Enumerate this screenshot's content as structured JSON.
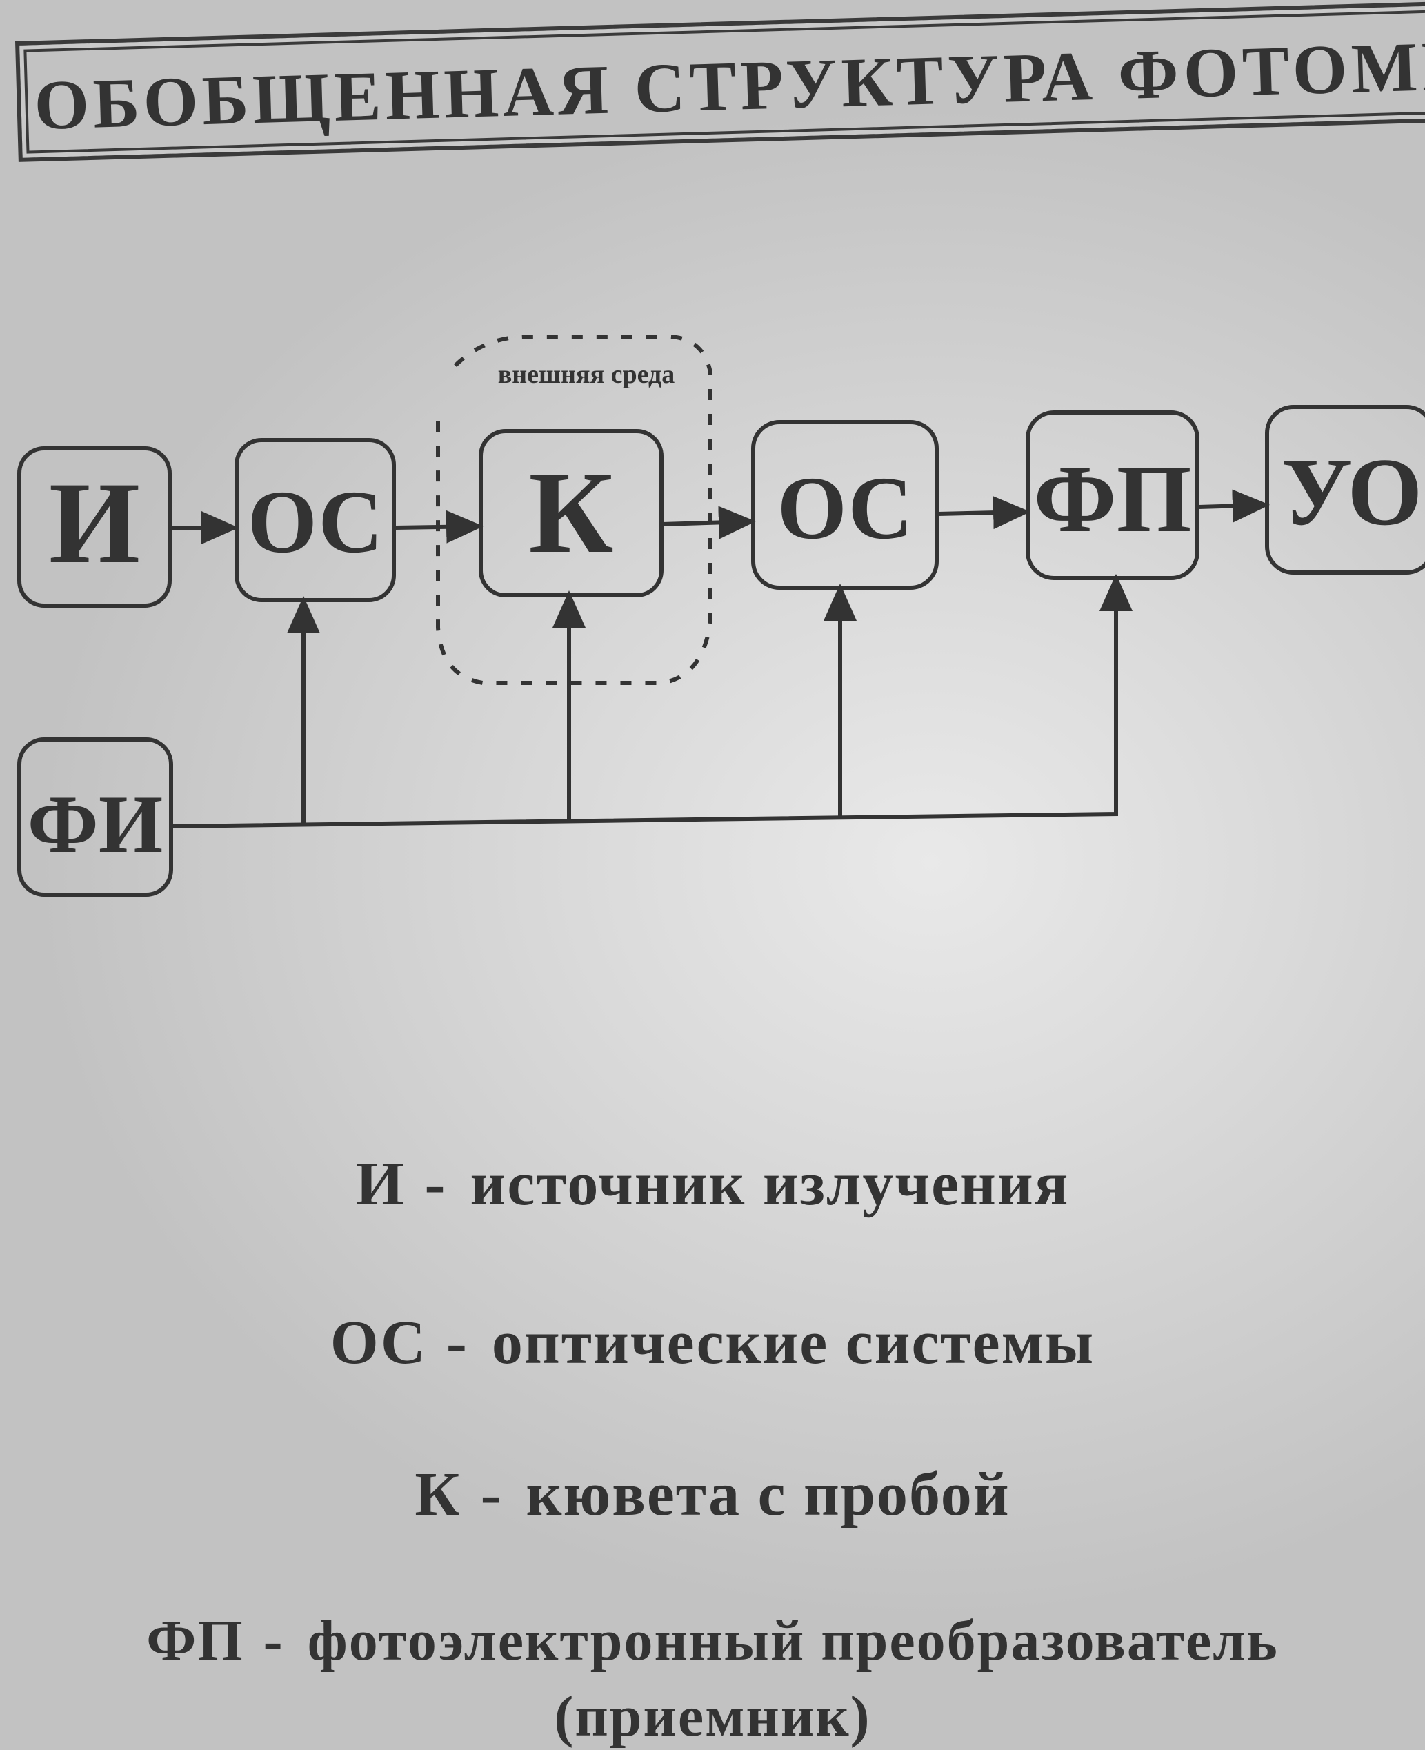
{
  "title": "ОБОБЩЕННАЯ СТРУКТУРА ФОТОМЕТРА",
  "nodes": {
    "source": "И",
    "optics_in": "ОС",
    "cuvette": "К",
    "optics_out": "ОС",
    "photoconverter": "ФП",
    "output": "УО",
    "power": "ФИ"
  },
  "environment_label": "внешняя среда",
  "legend": [
    {
      "key": "И",
      "sep": "-",
      "text": "источник излучения"
    },
    {
      "key": "ОС",
      "sep": "-",
      "text": "оптические системы"
    },
    {
      "key": "К",
      "sep": "-",
      "text": "кювета с пробой"
    },
    {
      "key": "ФП",
      "sep": "-",
      "text": "фотоэлектронный преобразователь"
    }
  ],
  "legend_continuation": "(приемник)"
}
